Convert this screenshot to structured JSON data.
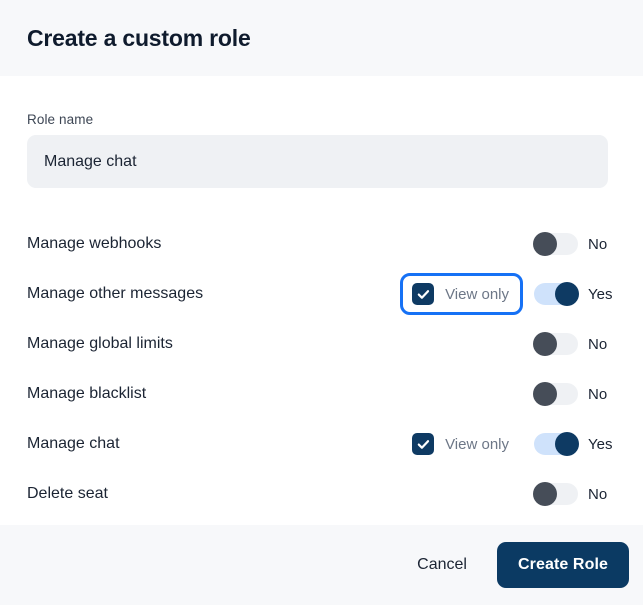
{
  "dialog": {
    "title": "Create a custom role"
  },
  "form": {
    "role_name": {
      "label": "Role name",
      "value": "Manage chat",
      "placeholder": "Role name"
    }
  },
  "permissions": {
    "view_only_label": "View only",
    "toggle_on_label": "Yes",
    "toggle_off_label": "No",
    "rows": [
      {
        "label": "Manage webhooks",
        "enabled": false,
        "toggle_text": "No",
        "has_view_only": false,
        "view_only_checked": false,
        "view_only_label": "View only",
        "focused": false
      },
      {
        "label": "Manage other messages",
        "enabled": true,
        "toggle_text": "Yes",
        "has_view_only": true,
        "view_only_checked": true,
        "view_only_label": "View only",
        "focused": true
      },
      {
        "label": "Manage global limits",
        "enabled": false,
        "toggle_text": "No",
        "has_view_only": false,
        "view_only_checked": false,
        "view_only_label": "View only",
        "focused": false
      },
      {
        "label": "Manage blacklist",
        "enabled": false,
        "toggle_text": "No",
        "has_view_only": false,
        "view_only_checked": false,
        "view_only_label": "View only",
        "focused": false
      },
      {
        "label": "Manage chat",
        "enabled": true,
        "toggle_text": "Yes",
        "has_view_only": true,
        "view_only_checked": true,
        "view_only_label": "View only",
        "focused": false
      },
      {
        "label": "Delete seat",
        "enabled": false,
        "toggle_text": "No",
        "has_view_only": false,
        "view_only_checked": false,
        "view_only_label": "View only",
        "focused": false
      }
    ]
  },
  "footer": {
    "cancel_label": "Cancel",
    "submit_label": "Create Role"
  },
  "colors": {
    "header_bg": "#f7f8fa",
    "focus_ring": "#1671f5",
    "toggle_on_track": "#cfe2fb",
    "toggle_on_knob": "#0e3a63",
    "toggle_off_track": "#eff1f4",
    "toggle_off_knob": "#464d58",
    "checkbox_fill": "#0e3a63",
    "primary_button": "#0b3a63",
    "input_bg": "#eff1f4",
    "text_primary": "#1b2433",
    "text_muted": "#6d7787"
  }
}
